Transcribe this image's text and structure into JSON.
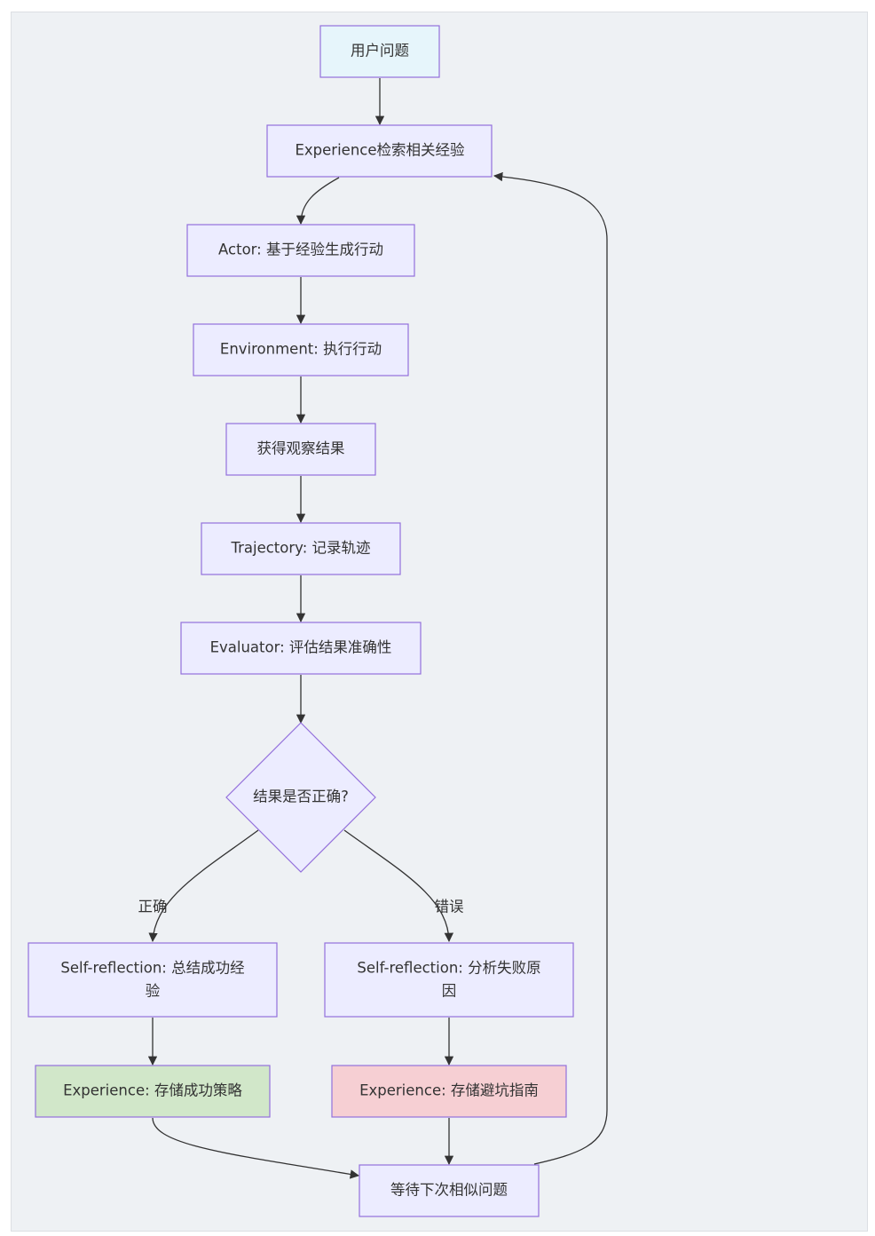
{
  "nodes": {
    "user_question": "用户问题",
    "experience_retrieve": "Experience检索相关经验",
    "actor": "Actor: 基于经验生成行动",
    "environment": "Environment: 执行行动",
    "observation": "获得观察结果",
    "trajectory": "Trajectory: 记录轨迹",
    "evaluator": "Evaluator: 评估结果准确性",
    "decision": "结果是否正确?",
    "reflect_success_line1": "Self-reflection: 总结成功经",
    "reflect_success_line2": "验",
    "reflect_fail_line1": "Self-reflection: 分析失败原",
    "reflect_fail_line2": "因",
    "store_success": "Experience: 存储成功策略",
    "store_fail": "Experience: 存储避坑指南",
    "wait": "等待下次相似问题"
  },
  "edges": {
    "correct": "正确",
    "wrong": "错误"
  },
  "colors": {
    "node_fill": "#ececff",
    "node_stroke": "#9370db",
    "start_fill": "#e6f5fb",
    "success_fill": "#d1e7c9",
    "fail_fill": "#f6cfd3",
    "edge": "#333333"
  }
}
